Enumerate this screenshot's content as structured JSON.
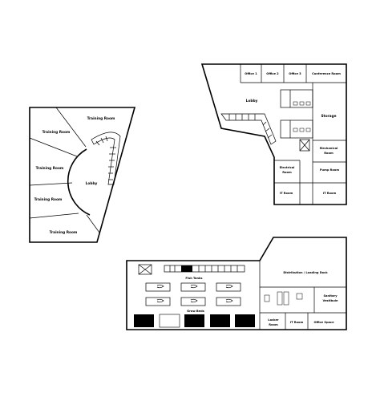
{
  "plans": {
    "training_wing": {
      "rooms": [
        "Training Room",
        "Training Room",
        "Training Room",
        "Training Room",
        "Training Room"
      ],
      "lobby": "Lobby"
    },
    "office_wing": {
      "offices": [
        "Office 1",
        "Office 2",
        "Office 3"
      ],
      "conference": "Conference Room",
      "lobby": "Lobby",
      "storage": "Storage",
      "mechanical_line1": "Mechanical",
      "mechanical_line2": "Room",
      "electrical_line1": "Electrical",
      "electrical_line2": "Room",
      "pump": "Pump Room",
      "it_rooms": [
        "IT Room",
        "IT Room"
      ]
    },
    "grow_wing": {
      "fish_tanks": "Fish Tanks",
      "grow_beds": "Grow Beds",
      "distribution": "Distribution / Loading Dock",
      "sanitary_line1": "Sanitary",
      "sanitary_line2": "Vestibule",
      "locker_line1": "Locker",
      "locker_line2": "Room",
      "it_room": "IT Room",
      "office_space": "Office Space"
    }
  }
}
